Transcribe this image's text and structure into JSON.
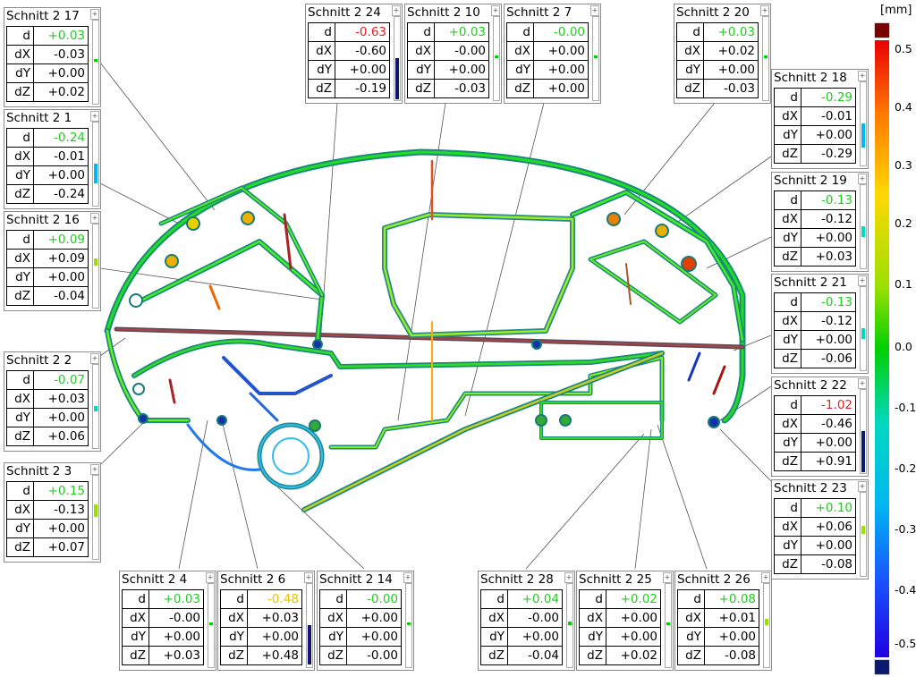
{
  "legend": {
    "unit": "[mm]",
    "ticks": [
      "0.5",
      "0.4",
      "0.3",
      "0.2",
      "0.1",
      "0.0",
      "-0.1",
      "-0.2",
      "-0.3",
      "-0.4",
      "-0.5"
    ],
    "max_color": "#7a0000",
    "min_color": "#0a1a6e"
  },
  "callouts": [
    {
      "title": "Schnitt 2 17",
      "d": "+0.03",
      "dX": "-0.03",
      "dY": "+0.00",
      "dZ": "+0.02",
      "d_color": "#22cc22",
      "bar_level": 0.03
    },
    {
      "title": "Schnitt 2 1",
      "d": "-0.24",
      "dX": "-0.01",
      "dY": "+0.00",
      "dZ": "-0.24",
      "d_color": "#22cc22",
      "bar_level": -0.24
    },
    {
      "title": "Schnitt 2 16",
      "d": "+0.09",
      "dX": "+0.09",
      "dY": "+0.00",
      "dZ": "-0.04",
      "d_color": "#22cc22",
      "bar_level": 0.09
    },
    {
      "title": "Schnitt 2 2",
      "d": "-0.07",
      "dX": "+0.03",
      "dY": "+0.00",
      "dZ": "+0.06",
      "d_color": "#22cc22",
      "bar_level": -0.07
    },
    {
      "title": "Schnitt 2 3",
      "d": "+0.15",
      "dX": "-0.13",
      "dY": "+0.00",
      "dZ": "+0.07",
      "d_color": "#22cc22",
      "bar_level": 0.15
    },
    {
      "title": "Schnitt 2 24",
      "d": "-0.63",
      "dX": "-0.60",
      "dY": "+0.00",
      "dZ": "-0.19",
      "d_color": "#e02020",
      "bar_level": -0.63
    },
    {
      "title": "Schnitt 2 10",
      "d": "+0.03",
      "dX": "-0.00",
      "dY": "+0.00",
      "dZ": "-0.03",
      "d_color": "#22cc22",
      "bar_level": 0.03
    },
    {
      "title": "Schnitt 2 7",
      "d": "-0.00",
      "dX": "+0.00",
      "dY": "+0.00",
      "dZ": "+0.00",
      "d_color": "#22cc22",
      "bar_level": 0.0
    },
    {
      "title": "Schnitt 2 20",
      "d": "+0.03",
      "dX": "+0.02",
      "dY": "+0.00",
      "dZ": "-0.03",
      "d_color": "#22cc22",
      "bar_level": 0.03
    },
    {
      "title": "Schnitt 2 18",
      "d": "-0.29",
      "dX": "-0.01",
      "dY": "+0.00",
      "dZ": "-0.29",
      "d_color": "#22cc22",
      "bar_level": -0.29
    },
    {
      "title": "Schnitt 2 19",
      "d": "-0.13",
      "dX": "-0.12",
      "dY": "+0.00",
      "dZ": "+0.03",
      "d_color": "#22cc22",
      "bar_level": -0.13
    },
    {
      "title": "Schnitt 2 21",
      "d": "-0.13",
      "dX": "-0.12",
      "dY": "+0.00",
      "dZ": "-0.06",
      "d_color": "#22cc22",
      "bar_level": -0.13
    },
    {
      "title": "Schnitt 2 22",
      "d": "-1.02",
      "dX": "-0.46",
      "dY": "+0.00",
      "dZ": "+0.91",
      "d_color": "#e02020",
      "bar_level": -1.02
    },
    {
      "title": "Schnitt 2 23",
      "d": "+0.10",
      "dX": "+0.06",
      "dY": "+0.00",
      "dZ": "-0.08",
      "d_color": "#22cc22",
      "bar_level": 0.1
    },
    {
      "title": "Schnitt 2 4",
      "d": "+0.03",
      "dX": "-0.00",
      "dY": "+0.00",
      "dZ": "+0.03",
      "d_color": "#22cc22",
      "bar_level": 0.03
    },
    {
      "title": "Schnitt 2 6",
      "d": "-0.48",
      "dX": "+0.03",
      "dY": "+0.00",
      "dZ": "+0.48",
      "d_color": "#e8c000",
      "bar_level": -0.48
    },
    {
      "title": "Schnitt 2 14",
      "d": "-0.00",
      "dX": "+0.00",
      "dY": "+0.00",
      "dZ": "-0.00",
      "d_color": "#22cc22",
      "bar_level": 0.0
    },
    {
      "title": "Schnitt 2 28",
      "d": "+0.04",
      "dX": "-0.00",
      "dY": "+0.00",
      "dZ": "-0.04",
      "d_color": "#22cc22",
      "bar_level": 0.04
    },
    {
      "title": "Schnitt 2 25",
      "d": "+0.02",
      "dX": "+0.00",
      "dY": "+0.00",
      "dZ": "+0.02",
      "d_color": "#22cc22",
      "bar_level": 0.02
    },
    {
      "title": "Schnitt 2 26",
      "d": "+0.08",
      "dX": "+0.01",
      "dY": "+0.00",
      "dZ": "-0.08",
      "d_color": "#22cc22",
      "bar_level": 0.08
    }
  ],
  "row_keys": [
    "d",
    "dX",
    "dY",
    "dZ"
  ]
}
